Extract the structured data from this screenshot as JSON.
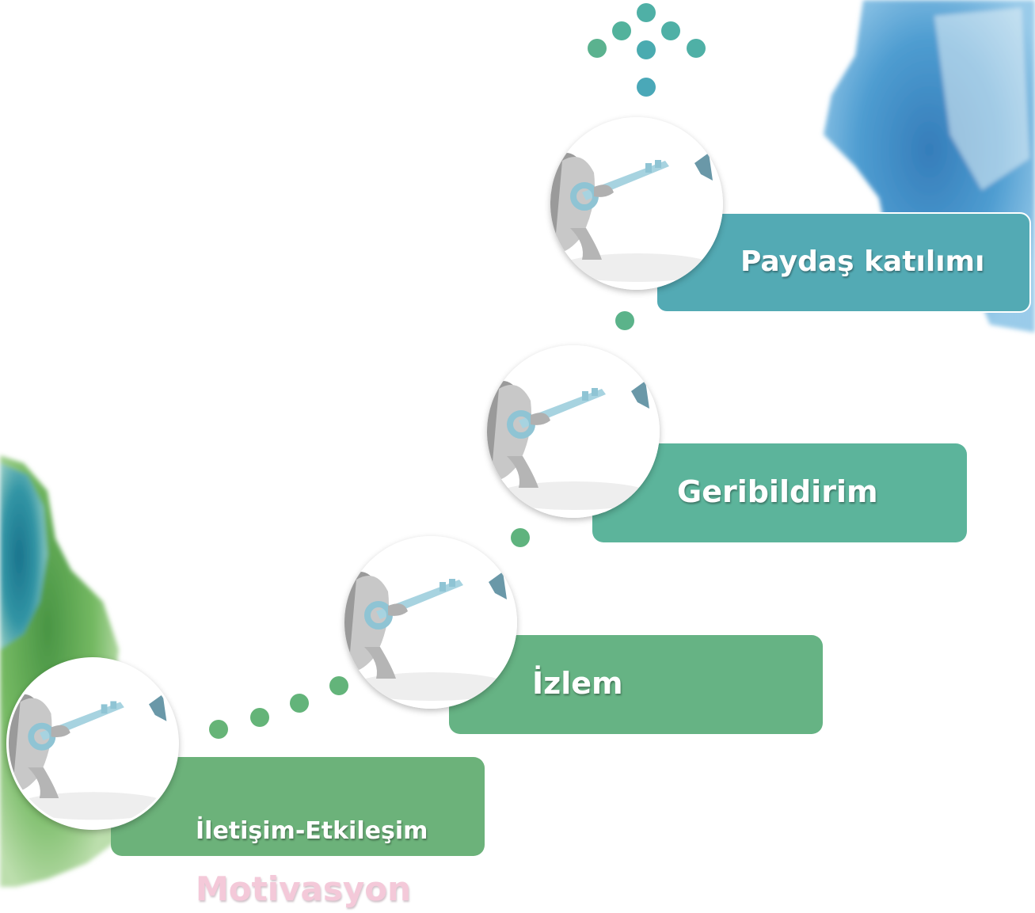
{
  "steps": [
    {
      "label": "İletişim-Etkileşim",
      "color": "#6cb27a"
    },
    {
      "label": "İzlem",
      "color": "#66b384"
    },
    {
      "label": "Geribildirim",
      "color": "#5cb49b"
    },
    {
      "label": "Paydaş katılımı",
      "color": "#53aab4"
    }
  ],
  "subtitle": "Motivasyon",
  "icons": {
    "step_image": "key-holding-figure-icon"
  },
  "colors": {
    "watercolor_blue": "#2f86c4",
    "watercolor_green": "#5fa84d",
    "dot_teal": "#4fb0ad",
    "dot_green": "#5fb37a",
    "subtitle_pink": "#f4c9d9"
  }
}
